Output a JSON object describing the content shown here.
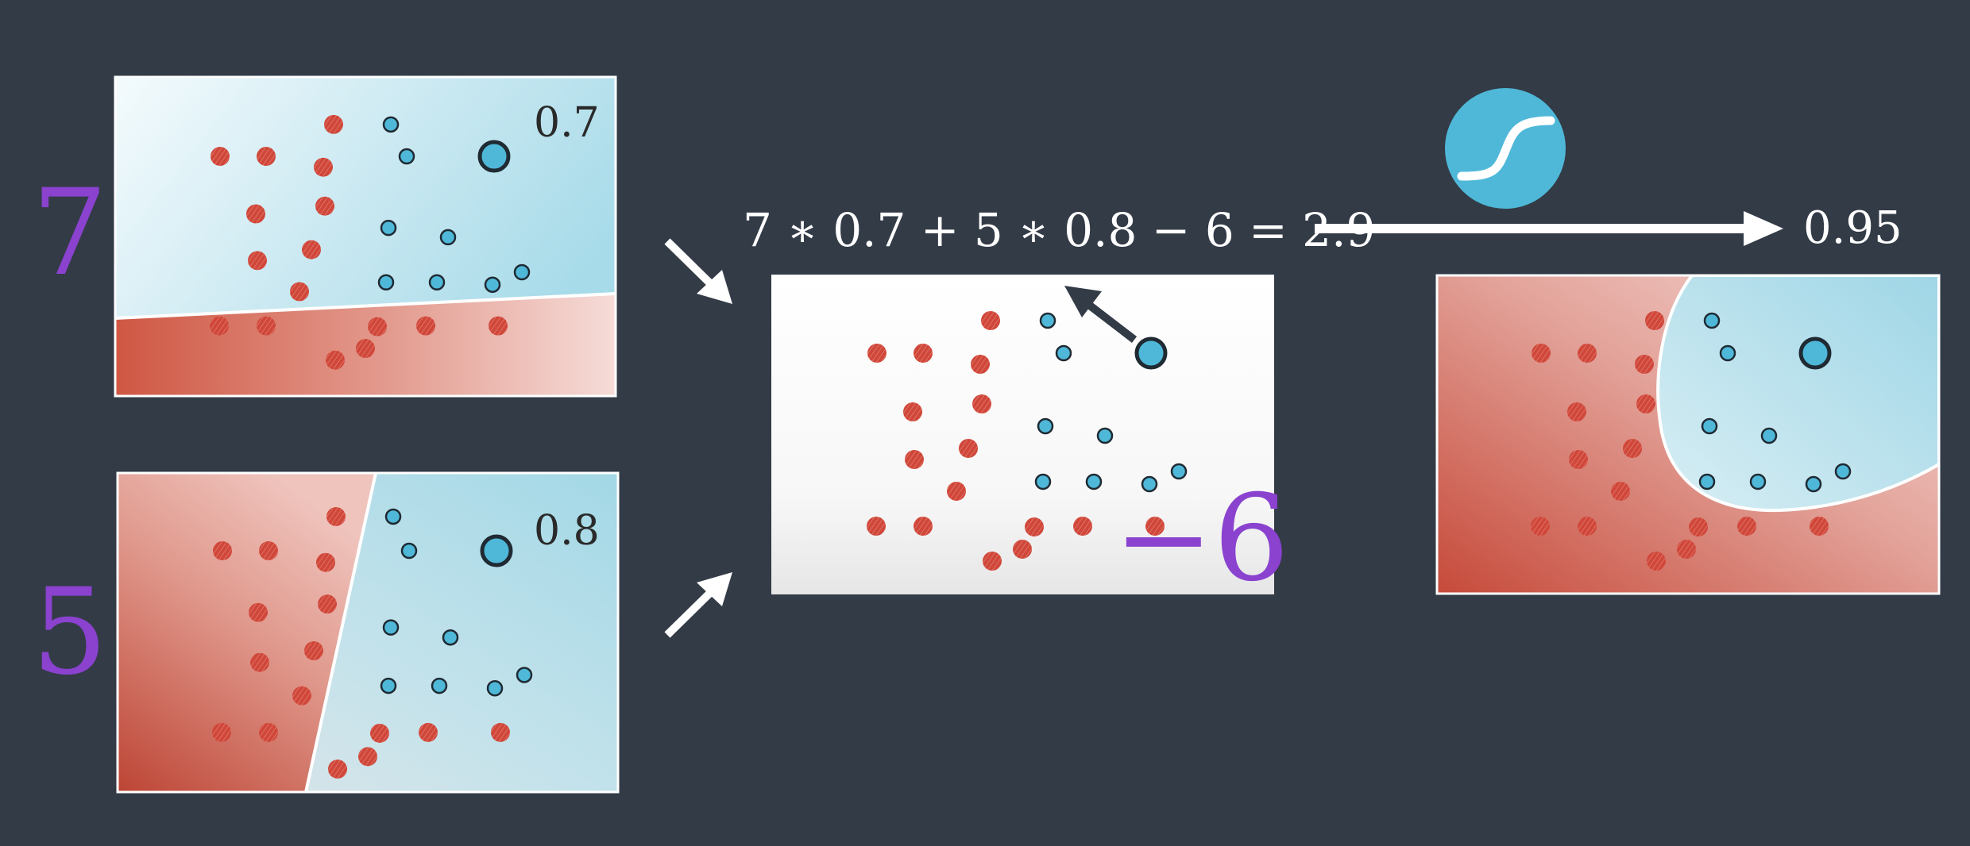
{
  "weights": {
    "top": "7",
    "bottom": "5"
  },
  "bias": "−6",
  "panels": {
    "top_left": {
      "score": "0.7"
    },
    "bottom_left": {
      "score": "0.8"
    }
  },
  "equation": "7 ∗ 0.7 + 5 ∗ 0.8 − 6 = 2.9",
  "output": "0.95",
  "icons": {
    "activation": "sigmoid-icon"
  },
  "colors": {
    "background": "#333b47",
    "red_point": "#d0473a",
    "blue_point": "#4fb8d8",
    "weight_purple": "#8a42cf"
  }
}
